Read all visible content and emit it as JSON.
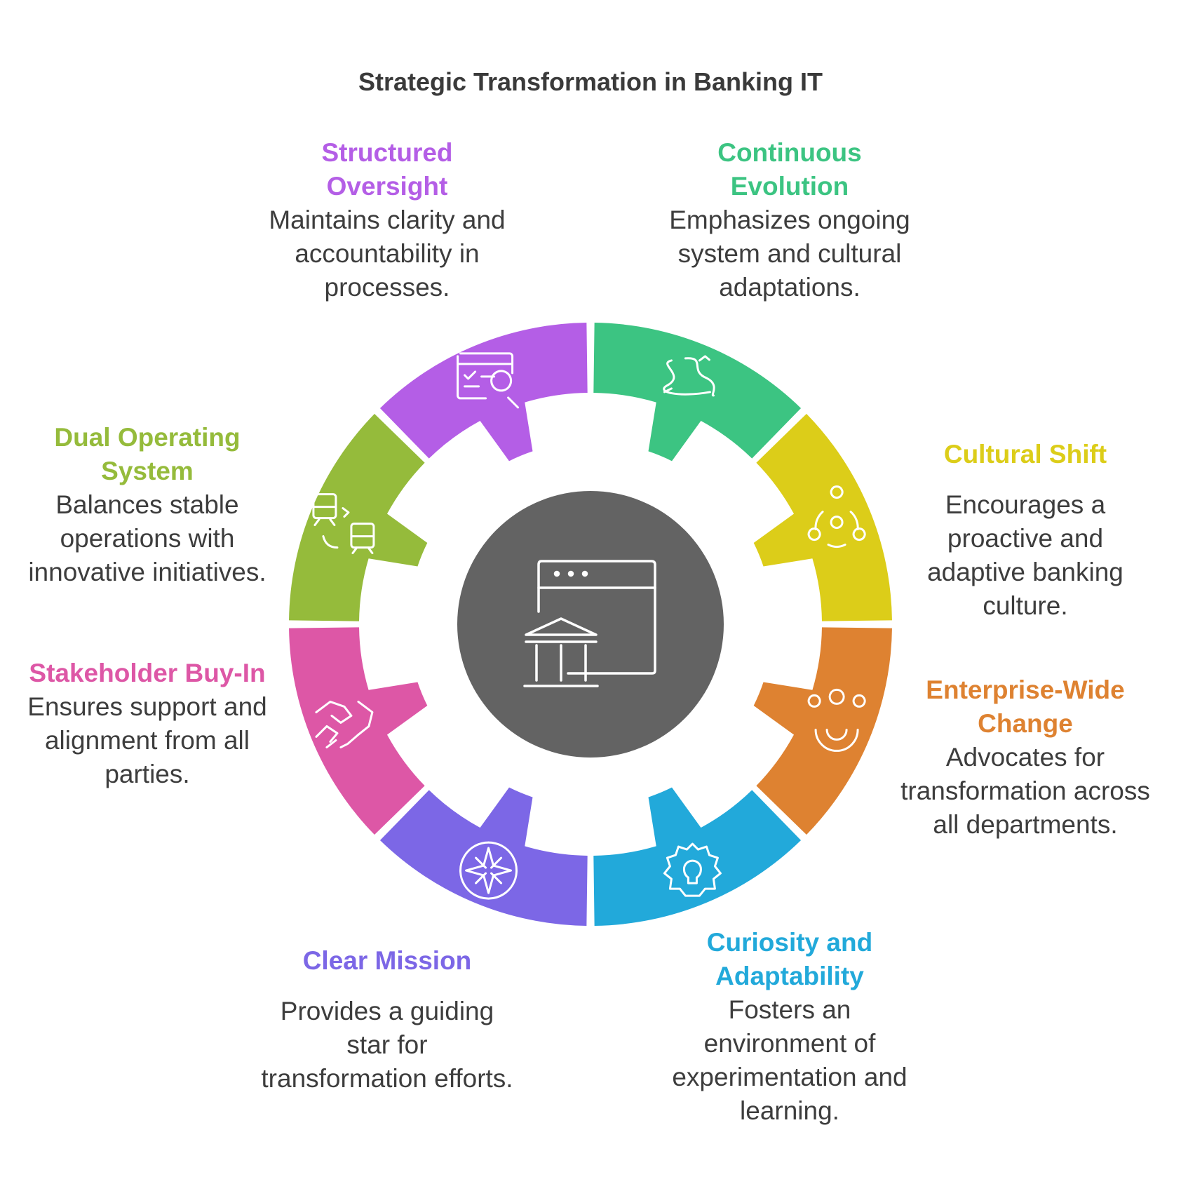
{
  "title": "Strategic Transformation in Banking IT",
  "segments": [
    {
      "heading": "Continuous Evolution",
      "description": "Emphasizes ongoing system and cultural adaptations.",
      "color": "#3cc482",
      "icon": "river-icon"
    },
    {
      "heading": "Cultural Shift",
      "description": "Encourages a proactive and adaptive banking culture.",
      "color": "#dccd19",
      "icon": "team-gear-icon"
    },
    {
      "heading": "Enterprise-Wide Change",
      "description": "Advocates for transformation across all departments.",
      "color": "#de8231",
      "icon": "people-gear-icon"
    },
    {
      "heading": "Curiosity and Adaptability",
      "description": "Fosters an environment of experimentation and learning.",
      "color": "#22a9da",
      "icon": "gear-bulb-icon"
    },
    {
      "heading": "Clear Mission",
      "description": "Provides a guiding star for transformation efforts.",
      "color": "#7c67e6",
      "icon": "compass-star-icon"
    },
    {
      "heading": "Stakeholder Buy-In",
      "description": "Ensures support and alignment from all parties.",
      "color": "#dd57a6",
      "icon": "handshake-icon"
    },
    {
      "heading": "Dual Operating System",
      "description": "Balances stable operations with innovative initiatives.",
      "color": "#95bb3b",
      "icon": "trains-icon"
    },
    {
      "heading": "Structured Oversight",
      "description": "Maintains clarity and accountability in processes.",
      "color": "#b45ee6",
      "icon": "window-search-icon"
    }
  ],
  "center": {
    "icon": "bank-window-icon",
    "color": "#636363"
  },
  "text_colors": {
    "heading_dark": "#333333"
  }
}
